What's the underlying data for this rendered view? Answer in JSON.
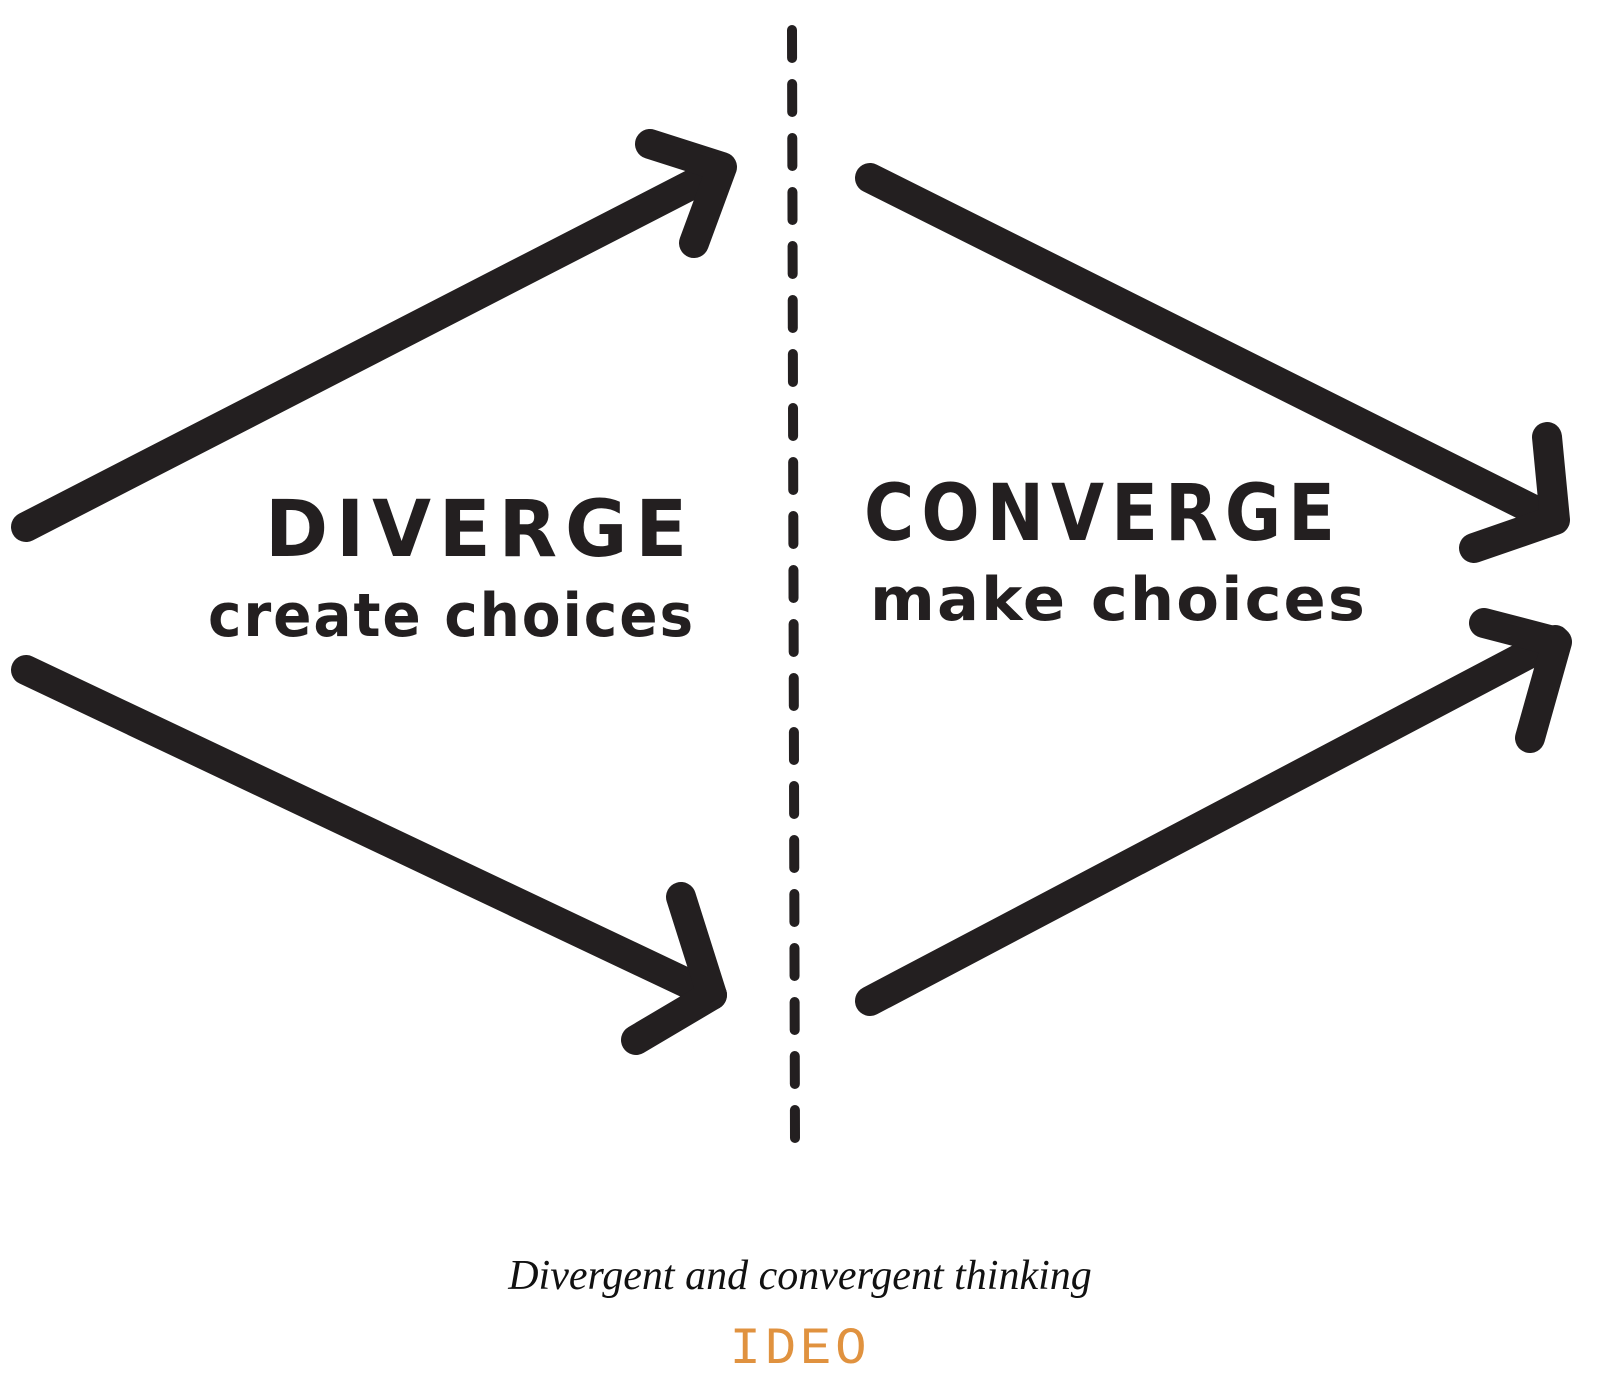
{
  "diverge": {
    "title": "DIVERGE",
    "subtitle": "create choices"
  },
  "converge": {
    "title": "CONVERGE",
    "subtitle": "make choices"
  },
  "caption": "Divergent and convergent thinking",
  "logo": "IDEO",
  "colors": {
    "ink": "#231f20",
    "logo": "#e0923f",
    "background": "#ffffff"
  }
}
